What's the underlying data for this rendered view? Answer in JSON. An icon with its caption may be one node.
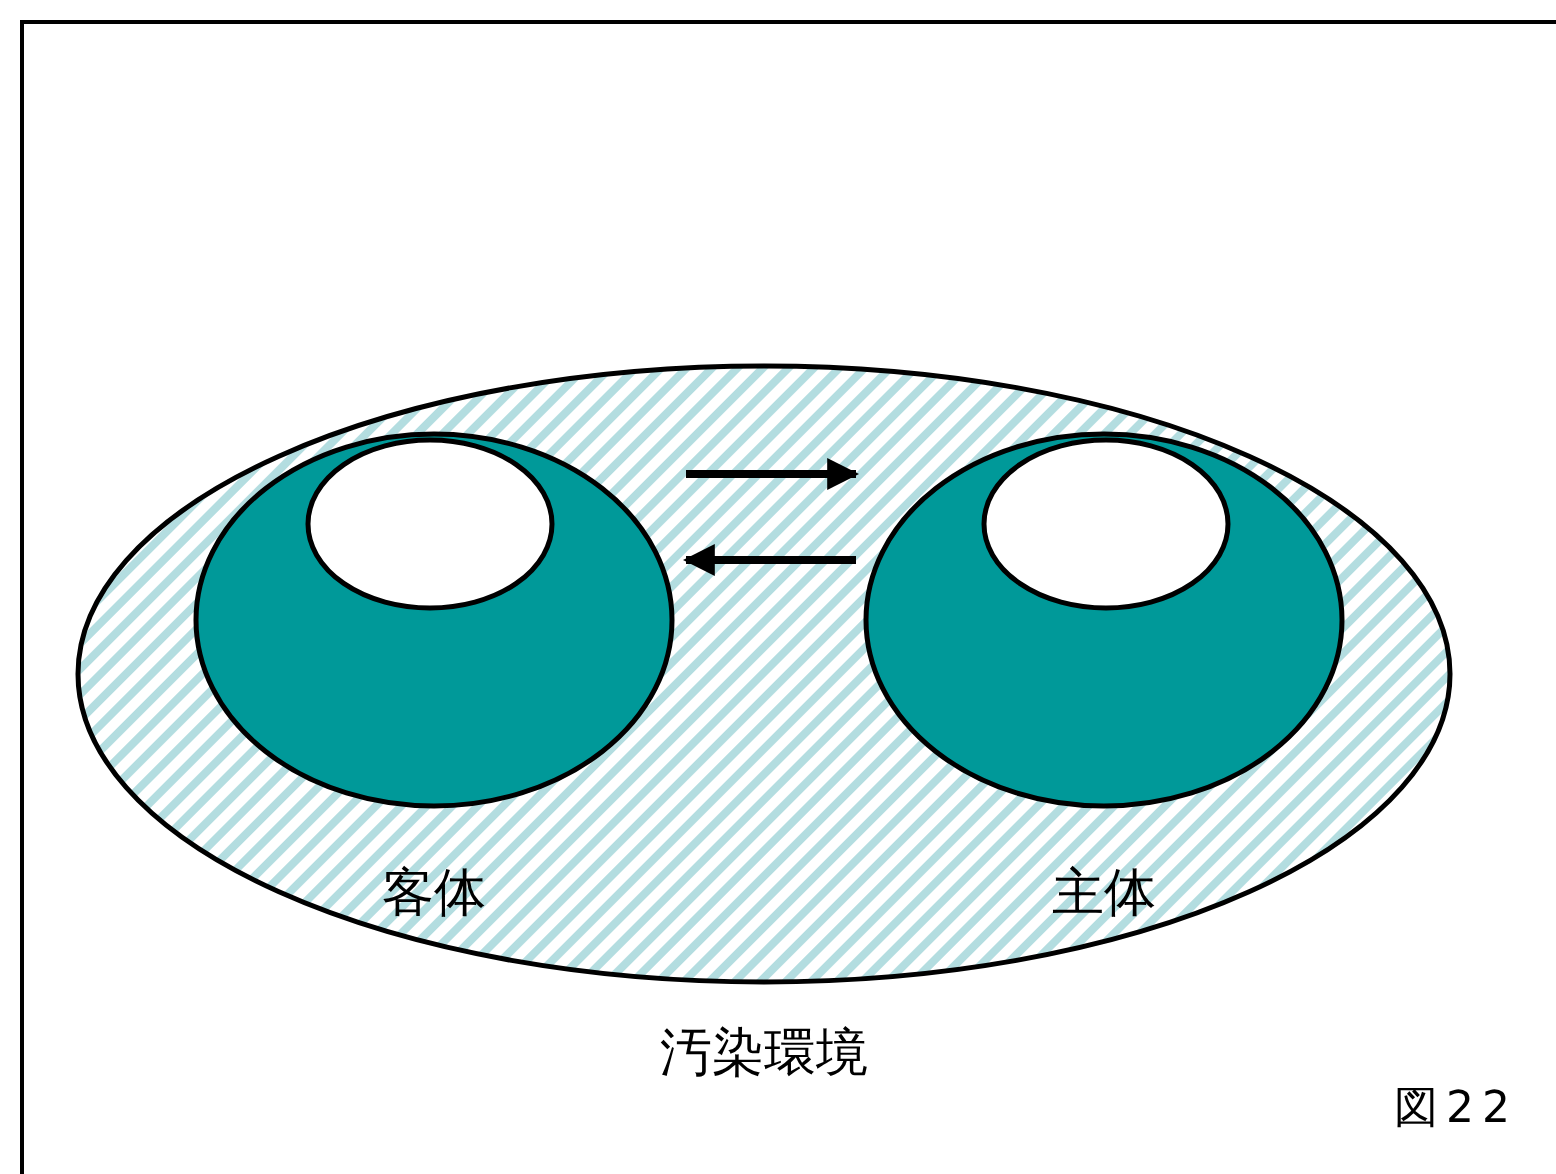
{
  "diagram": {
    "nodes": [
      {
        "text": [
          "汚染環境"
        ]
      },
      {
        "text": [
          "客体"
        ],
        "in": 0
      },
      {
        "text": [],
        "shape": "circle",
        "in": 1
      },
      {
        "text": [
          "主体"
        ],
        "in": 0
      },
      {
        "text": [],
        "shape": "circle",
        "in": 3
      }
    ],
    "edges": [
      {
        "from": 1,
        "to": 3,
        "arrow": "to"
      },
      {
        "from": 3,
        "to": 1,
        "arrow": "to"
      }
    ],
    "labels": [
      "図22"
    ]
  }
}
